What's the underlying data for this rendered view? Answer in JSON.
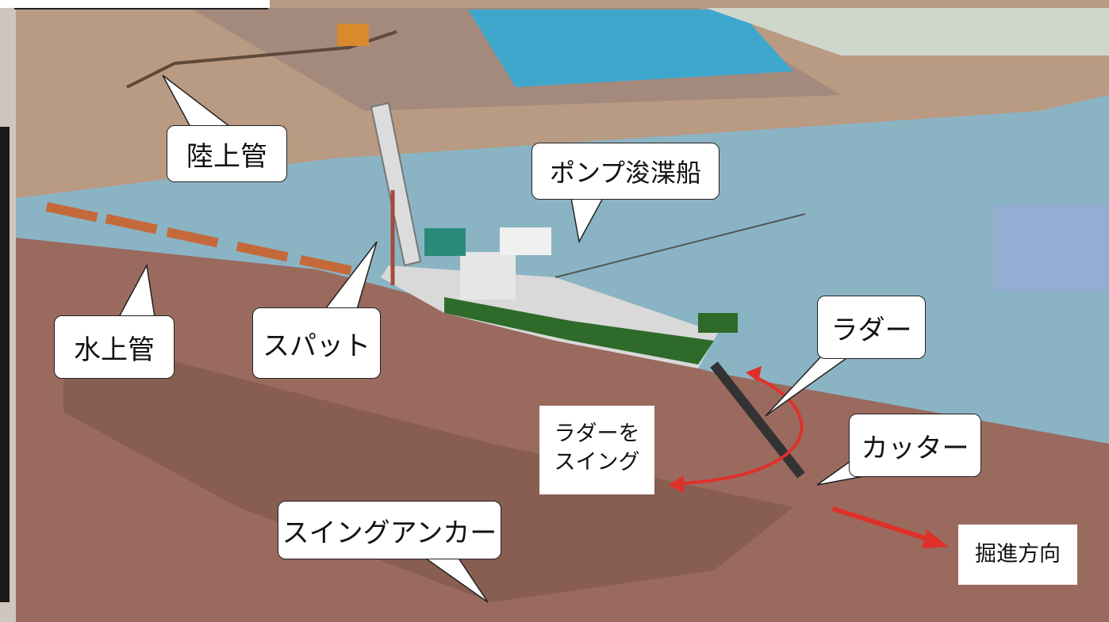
{
  "labels": {
    "land_pipe": "陸上管",
    "pump_dredger": "ポンプ浚渫船",
    "water_pipe": "水上管",
    "spud": "スパット",
    "ladder": "ラダー",
    "ladder_swing_line1": "ラダーを",
    "ladder_swing_line2": "スイング",
    "cutter": "カッター",
    "swing_anchor": "スイングアンカー",
    "direction": "掘進方向"
  },
  "colors": {
    "grass": "#7fb24e",
    "embankment": "#b08a6e",
    "water": "#8ab4c4",
    "seabed": "#9a6a5e",
    "pond": "#3fa7cc",
    "hull_green": "#2e6b2a",
    "pipe_orange": "#c46a3a",
    "arrow_red": "#e0302a",
    "highlight_box": "#93add3"
  }
}
